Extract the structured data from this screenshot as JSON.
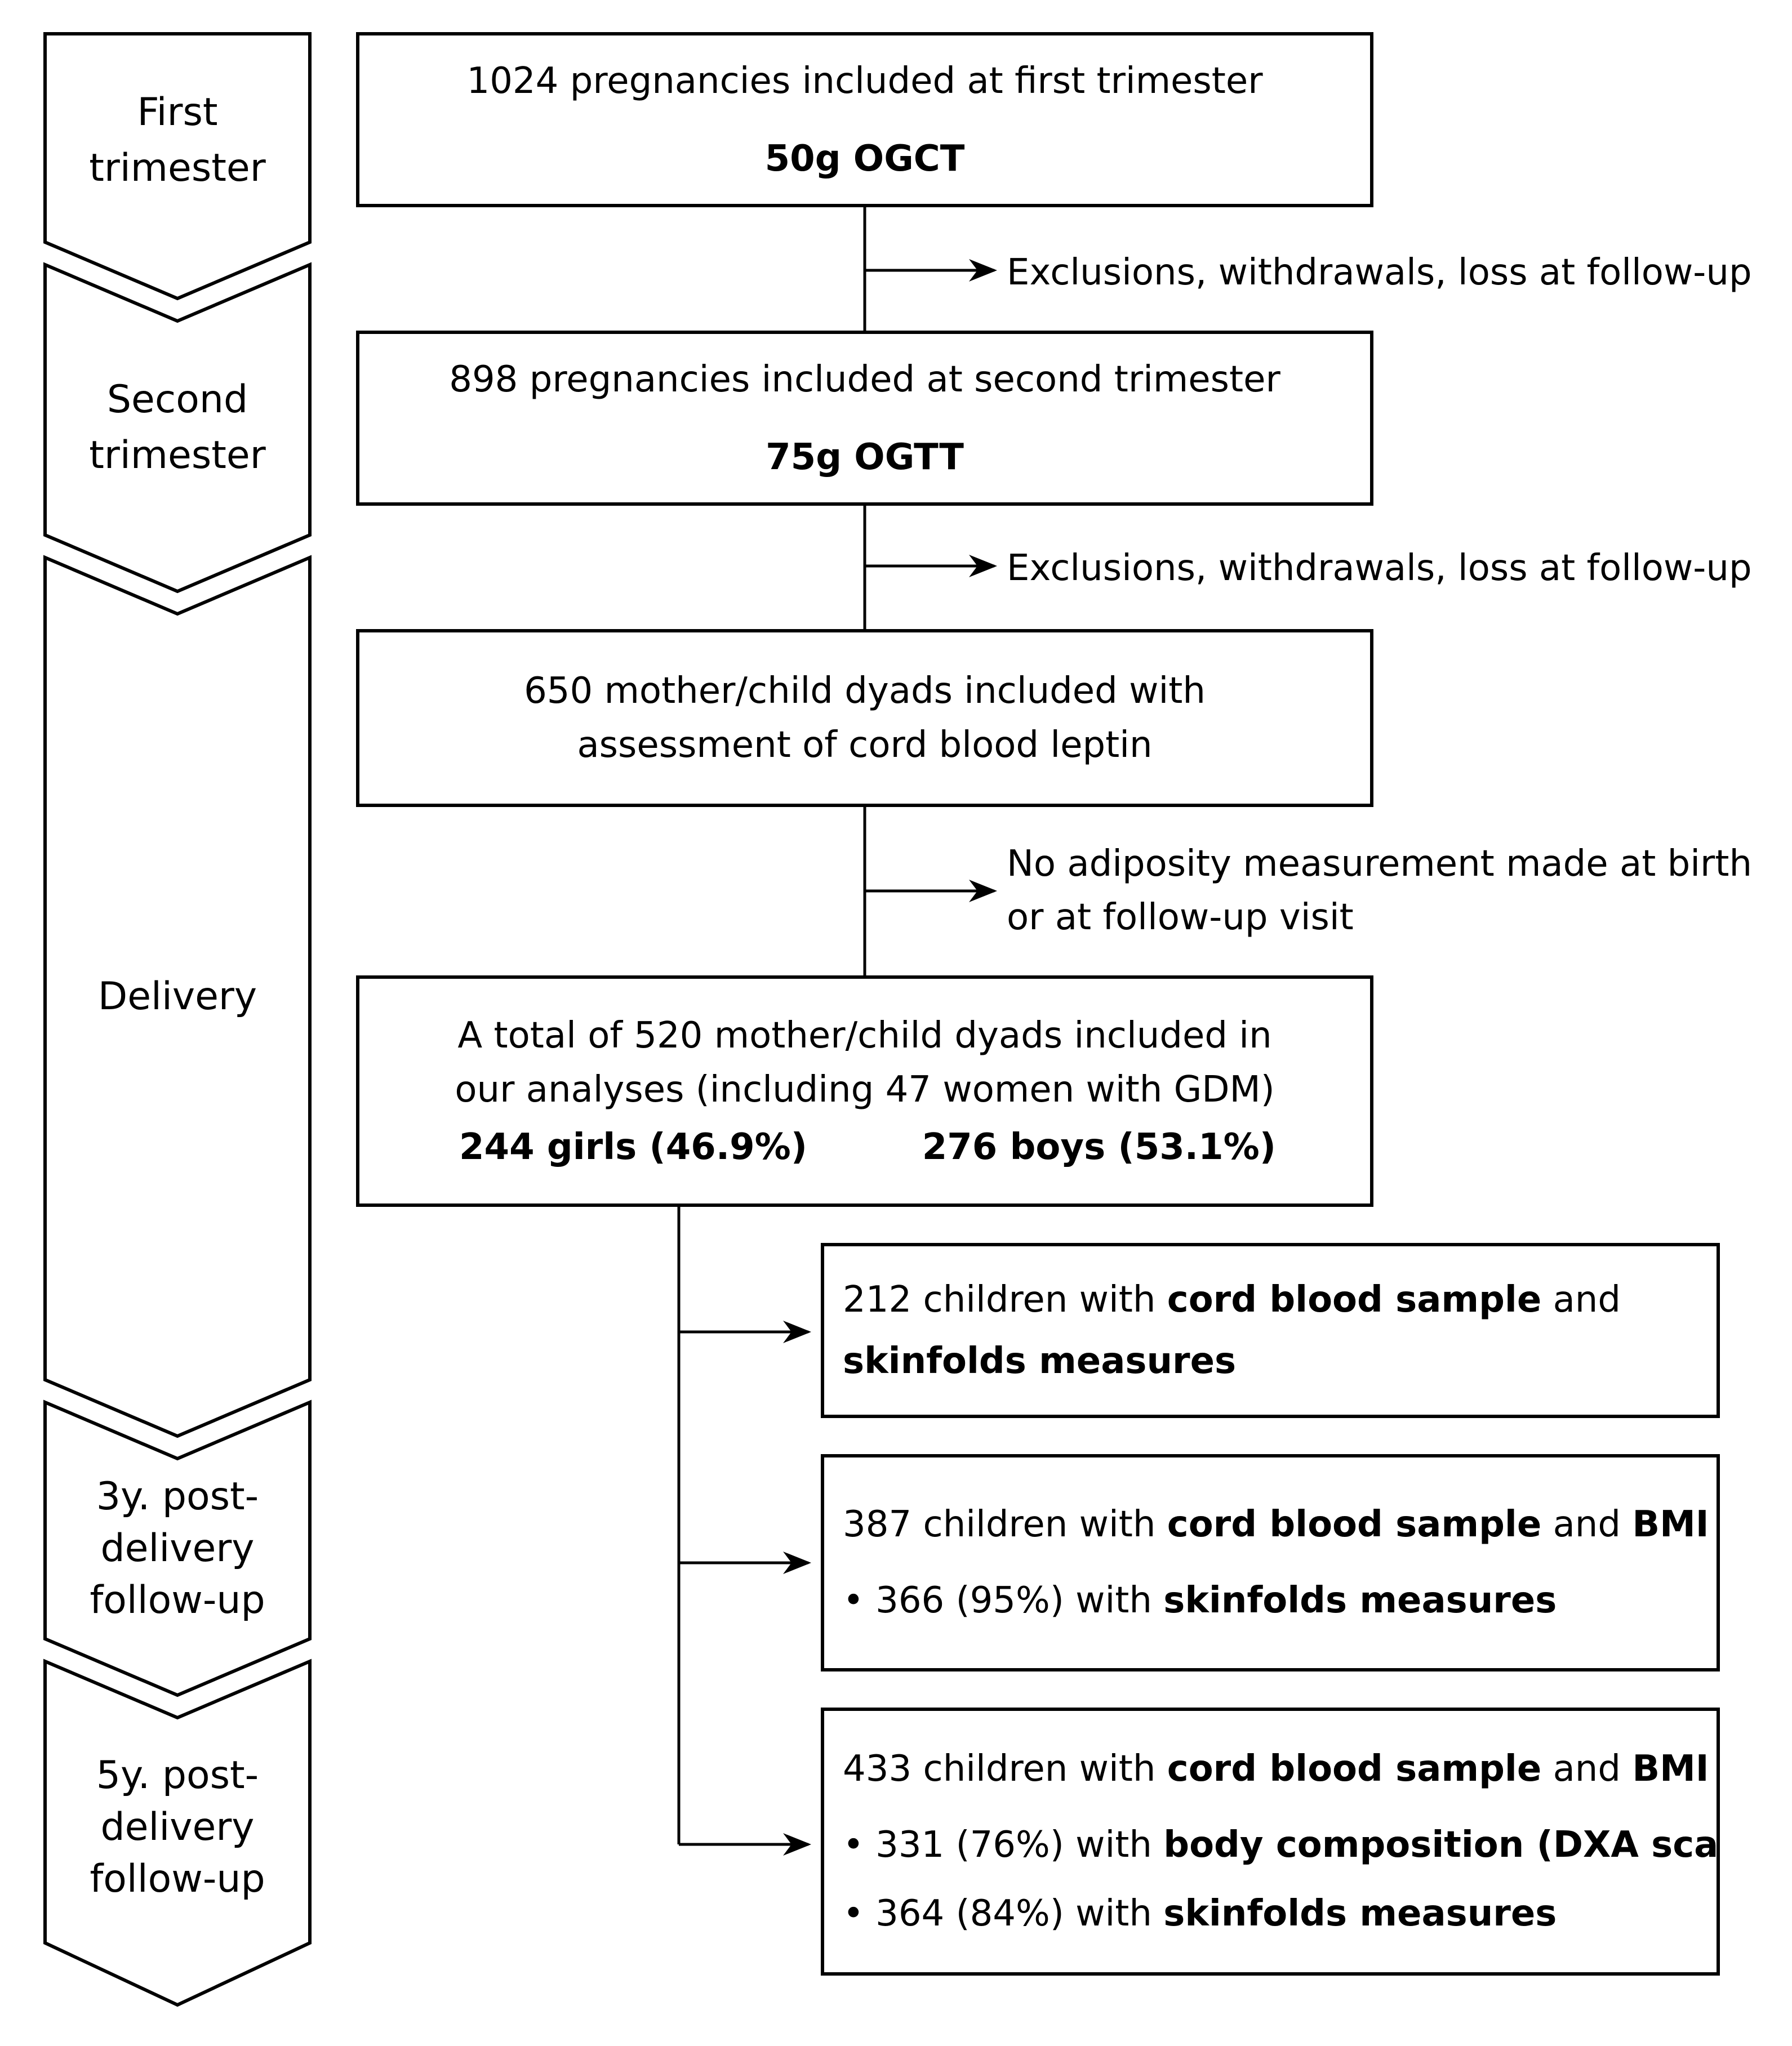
{
  "stages": [
    {
      "lines": [
        "First",
        "trimester"
      ]
    },
    {
      "lines": [
        "Second",
        "trimester"
      ]
    },
    {
      "lines": [
        "Delivery"
      ]
    },
    {
      "lines": [
        "3y. post-",
        "delivery",
        "follow-up"
      ]
    },
    {
      "lines": [
        "5y. post-",
        "delivery",
        "follow-up"
      ]
    }
  ],
  "boxes": {
    "first_trimester": {
      "text": "1024 pregnancies included at first trimester",
      "test": "50g OGCT"
    },
    "second_trimester": {
      "text": "898 pregnancies included at second trimester",
      "test": "75g OGTT"
    },
    "cord_blood": {
      "line1": "650 mother/child dyads included with",
      "line2": "assessment of cord blood leptin"
    },
    "analyses": {
      "line1": "A total of 520 mother/child dyads included in",
      "line2": "our analyses (including 47 women with GDM)",
      "girls": "244 girls (46.9%)",
      "boys": "276 boys (53.1%)"
    }
  },
  "exclusions": {
    "first": "Exclusions, withdrawals, loss at follow-up",
    "second": "Exclusions, withdrawals, loss at follow-up",
    "third_line1": "No adiposity measurement made at birth",
    "third_line2": "or at follow-up visit"
  },
  "outcomes": {
    "birth": {
      "prefix": "212 children with ",
      "bold1": "cord blood sample",
      "mid": " and",
      "bold2": "skinfolds measures"
    },
    "three_year": {
      "prefix": "387 children with ",
      "bold1": "cord blood sample",
      "mid": " and ",
      "bold2": "BMI",
      "bullet1_prefix": "• 366 (95%) with ",
      "bullet1_bold": "skinfolds measures"
    },
    "five_year": {
      "prefix": "433 children with ",
      "bold1": "cord blood sample",
      "mid": " and ",
      "bold2": "BMI",
      "bullet1_prefix": "• 331 (76%) with ",
      "bullet1_bold": "body composition (DXA scan)",
      "bullet2_prefix": "• 364 (84%) with ",
      "bullet2_bold": "skinfolds measures"
    }
  }
}
